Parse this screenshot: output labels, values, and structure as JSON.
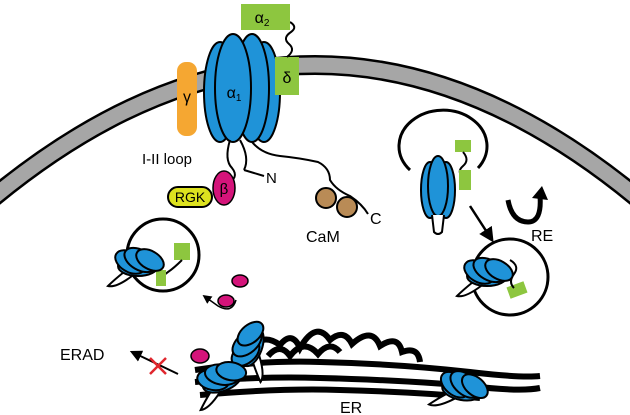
{
  "labels": {
    "alpha1": "α",
    "alpha1_sub": "1",
    "alpha2": "α",
    "alpha2_sub": "2",
    "delta": "δ",
    "gamma": "γ",
    "beta": "β",
    "rgk": "RGK",
    "loop": "I-II loop",
    "n_term": "N",
    "c_term": "C",
    "cam": "CaM",
    "re": "RE",
    "erad": "ERAD",
    "er": "ER"
  },
  "colors": {
    "alpha1": "#1f93d8",
    "alpha2_delta": "#8dc63f",
    "gamma": "#f5a732",
    "beta": "#d4147a",
    "rgk": "#dde21f",
    "cam": "#b98b56",
    "membrane": "#a6a6a6",
    "block_x": "#e0262d"
  },
  "icons": {
    "recycling": "curved-arrow-icon",
    "blocked": "red-x-icon"
  }
}
